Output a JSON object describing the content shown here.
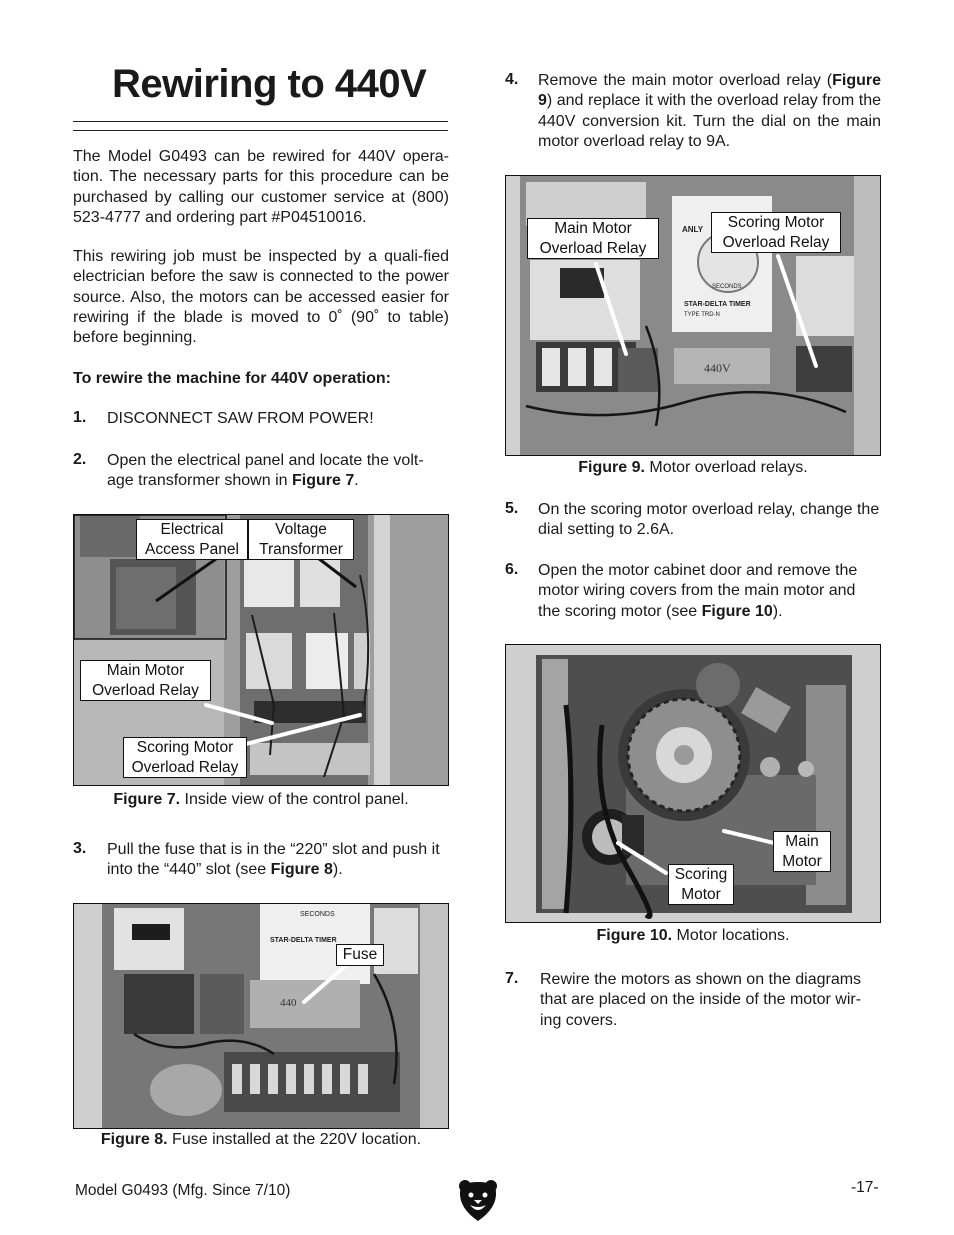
{
  "title": "Rewiring to 440V",
  "intro": {
    "p1": "The Model G0493 can be rewired for 440V opera-tion. The necessary parts for this procedure can be purchased by calling our customer service at (800) 523-4777 and ordering part #P04510016.",
    "p2": "This rewiring job must be inspected by a quali-fied electrician before the saw is connected to the power source. Also, the motors can be accessed easier for rewiring if the blade is moved to 0˚ (90˚ to table) before beginning.",
    "heading": "To rewire the machine for 440V operation:"
  },
  "steps": [
    {
      "num": "1.",
      "text": "DISCONNECT SAW FROM POWER!"
    },
    {
      "num": "2.",
      "text": "Open the electrical panel and locate the volt-age transformer shown in ",
      "ref": "Figure 7",
      "end": "."
    },
    {
      "num": "3.",
      "text": "Pull the fuse that is in the “220” slot and push it into the “440” slot (see ",
      "ref": "Figure 8",
      "end": ")."
    },
    {
      "num": "4.",
      "text": "Remove the main motor overload relay (",
      "ref": "Figure 9",
      "end": ") and replace it with the overload relay from the 440V conversion kit. Turn the dial on the main motor overload relay to 9A."
    },
    {
      "num": "5.",
      "text": "On the scoring motor overload relay, change the dial setting to 2.6A."
    },
    {
      "num": "6.",
      "text": "Open the motor cabinet door and remove the motor wiring covers from the main motor and the scoring motor (see ",
      "ref": "Figure 10",
      "end": ")."
    },
    {
      "num": "7.",
      "text": "Rewire the motors as shown on the diagrams that are placed on the inside of the motor wir-ing covers."
    }
  ],
  "figures": {
    "fig7": {
      "label": "Figure 7.",
      "caption": "Inside view of the control panel.",
      "callouts": {
        "electrical_access_panel": "Electrical Access Panel",
        "voltage_transformer": "Voltage Transformer",
        "main_motor_overload": "Main Motor Overload Relay",
        "scoring_motor_overload": "Scoring Motor Overload Relay"
      }
    },
    "fig8": {
      "label": "Figure 8.",
      "caption": "Fuse installed at the 220V location.",
      "callouts": {
        "fuse": "Fuse"
      },
      "photo_text": {
        "timer": "STAR-DELTA TIMER",
        "seconds": "SECONDS",
        "slot": "440"
      }
    },
    "fig9": {
      "label": "Figure 9.",
      "caption": "Motor overload relays.",
      "callouts": {
        "main_motor_overload": "Main Motor Overload Relay",
        "scoring_motor_overload": "Scoring Motor Overload Relay"
      },
      "photo_text": {
        "brand": "ANLY",
        "timer": "STAR-DELTA TIMER",
        "model": "TYPE  TRD-N",
        "seconds": "SECONDS",
        "slot": "440V"
      }
    },
    "fig10": {
      "label": "Figure 10.",
      "caption": "Motor locations.",
      "callouts": {
        "main_motor": "Main Motor",
        "scoring_motor": "Scoring Motor"
      }
    }
  },
  "footer": {
    "model": "Model G0493 (Mfg. Since 7/10)",
    "page": "-17-",
    "logo": "grizzly-bear-logo"
  },
  "colors": {
    "text": "#1a1a1a",
    "photo_dark": "#2a2a2a",
    "photo_mid": "#8a8a8a",
    "photo_light": "#cfcfcf"
  }
}
